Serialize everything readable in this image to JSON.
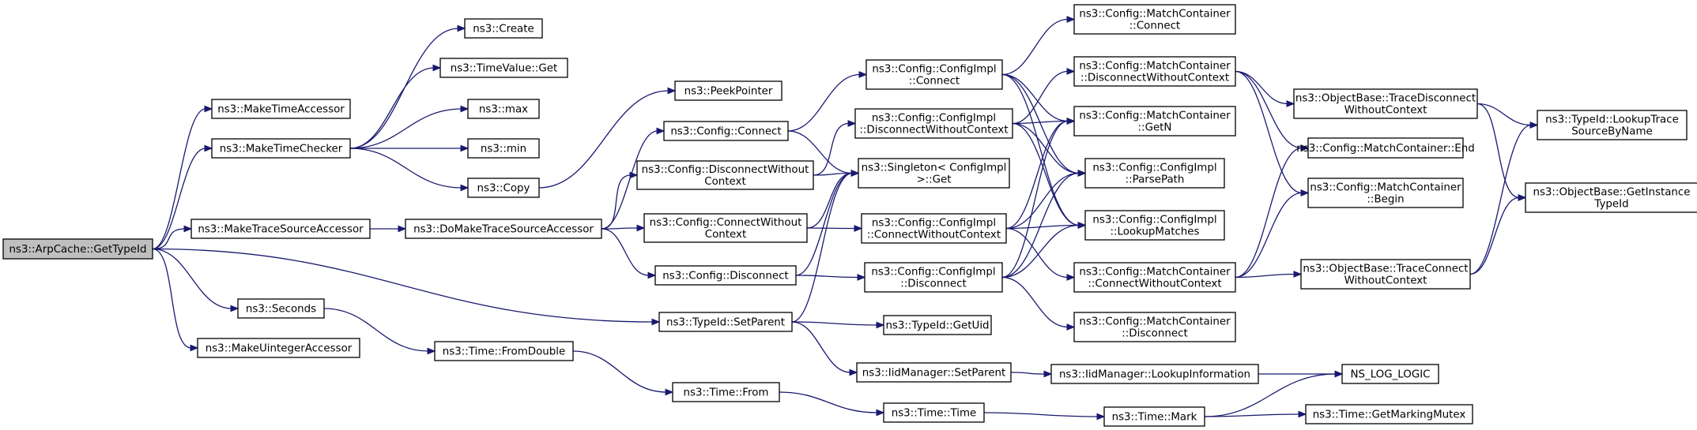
{
  "diagram": {
    "root": "ns3::ArpCache::GetTypeId",
    "node_labels": {
      "root": [
        "ns3::ArpCache::GetTypeId"
      ],
      "make_time_accessor": [
        "ns3::MakeTimeAccessor"
      ],
      "make_time_checker": [
        "ns3::MakeTimeChecker"
      ],
      "make_trace_source_accessor": [
        "ns3::MakeTraceSourceAccessor"
      ],
      "seconds": [
        "ns3::Seconds"
      ],
      "make_uinteger_accessor": [
        "ns3::MakeUintegerAccessor"
      ],
      "create": [
        "ns3::Create"
      ],
      "time_value_get": [
        "ns3::TimeValue::Get"
      ],
      "max": [
        "ns3::max"
      ],
      "min": [
        "ns3::min"
      ],
      "copy": [
        "ns3::Copy"
      ],
      "do_make_trace_source_accessor": [
        "ns3::DoMakeTraceSourceAccessor"
      ],
      "typeid_set_parent": [
        "ns3::TypeId::SetParent"
      ],
      "time_from_double": [
        "ns3::Time::FromDouble"
      ],
      "peek_pointer": [
        "ns3::PeekPointer"
      ],
      "config_connect": [
        "ns3::Config::Connect"
      ],
      "config_disconnect_without_context": [
        "ns3::Config::DisconnectWithout",
        "Context"
      ],
      "config_connect_without_context": [
        "ns3::Config::ConnectWithout",
        "Context"
      ],
      "config_disconnect": [
        "ns3::Config::Disconnect"
      ],
      "time_from": [
        "ns3::Time::From"
      ],
      "configimpl_connect": [
        "ns3::Config::ConfigImpl",
        "::Connect"
      ],
      "configimpl_disconnect_without_context": [
        "ns3::Config::ConfigImpl",
        "::DisconnectWithoutContext"
      ],
      "singleton_get": [
        "ns3::Singleton< ConfigImpl",
        ">::Get"
      ],
      "configimpl_connect_without_context": [
        "ns3::Config::ConfigImpl",
        "::ConnectWithoutContext"
      ],
      "configimpl_disconnect": [
        "ns3::Config::ConfigImpl",
        "::Disconnect"
      ],
      "typeid_get_uid": [
        "ns3::TypeId::GetUid"
      ],
      "iidmanager_set_parent": [
        "ns3::IidManager::SetParent"
      ],
      "time_time": [
        "ns3::Time::Time"
      ],
      "mc_connect": [
        "ns3::Config::MatchContainer",
        "::Connect"
      ],
      "mc_disconnect_without_context": [
        "ns3::Config::MatchContainer",
        "::DisconnectWithoutContext"
      ],
      "mc_get_n": [
        "ns3::Config::MatchContainer",
        "::GetN"
      ],
      "configimpl_parse_path": [
        "ns3::Config::ConfigImpl",
        "::ParsePath"
      ],
      "configimpl_lookup_matches": [
        "ns3::Config::ConfigImpl",
        "::LookupMatches"
      ],
      "mc_connect_without_context": [
        "ns3::Config::MatchContainer",
        "::ConnectWithoutContext"
      ],
      "mc_disconnect": [
        "ns3::Config::MatchContainer",
        "::Disconnect"
      ],
      "iidmanager_lookup_information": [
        "ns3::IidManager::LookupInformation"
      ],
      "time_mark": [
        "ns3::Time::Mark"
      ],
      "objectbase_trace_disconnect_without_context": [
        "ns3::ObjectBase::TraceDisconnect",
        "WithoutContext"
      ],
      "mc_end": [
        "ns3::Config::MatchContainer::End"
      ],
      "mc_begin": [
        "ns3::Config::MatchContainer",
        "::Begin"
      ],
      "objectbase_trace_connect_without_context": [
        "ns3::ObjectBase::TraceConnect",
        "WithoutContext"
      ],
      "ns_log_logic": [
        "NS_LOG_LOGIC"
      ],
      "time_get_marking_mutex": [
        "ns3::Time::GetMarkingMutex"
      ],
      "typeid_lookup_trace_source_by_name": [
        "ns3::TypeId::LookupTrace",
        "SourceByName"
      ],
      "objectbase_get_instance_typeid": [
        "ns3::ObjectBase::GetInstance",
        "TypeId"
      ]
    },
    "edges": [
      [
        "root",
        "make_time_accessor"
      ],
      [
        "root",
        "make_time_checker"
      ],
      [
        "root",
        "make_trace_source_accessor"
      ],
      [
        "root",
        "seconds"
      ],
      [
        "root",
        "make_uinteger_accessor"
      ],
      [
        "root",
        "typeid_set_parent"
      ],
      [
        "make_time_checker",
        "create"
      ],
      [
        "make_time_checker",
        "time_value_get"
      ],
      [
        "make_time_checker",
        "max"
      ],
      [
        "make_time_checker",
        "min"
      ],
      [
        "make_time_checker",
        "copy"
      ],
      [
        "copy",
        "peek_pointer"
      ],
      [
        "make_trace_source_accessor",
        "do_make_trace_source_accessor"
      ],
      [
        "do_make_trace_source_accessor",
        "config_connect"
      ],
      [
        "do_make_trace_source_accessor",
        "config_disconnect_without_context"
      ],
      [
        "do_make_trace_source_accessor",
        "config_connect_without_context"
      ],
      [
        "do_make_trace_source_accessor",
        "config_disconnect"
      ],
      [
        "seconds",
        "time_from_double"
      ],
      [
        "time_from_double",
        "time_from"
      ],
      [
        "time_from",
        "time_time"
      ],
      [
        "time_time",
        "time_mark"
      ],
      [
        "time_mark",
        "ns_log_logic"
      ],
      [
        "time_mark",
        "time_get_marking_mutex"
      ],
      [
        "config_connect",
        "configimpl_connect"
      ],
      [
        "config_connect",
        "singleton_get"
      ],
      [
        "config_disconnect_without_context",
        "configimpl_disconnect_without_context"
      ],
      [
        "config_disconnect_without_context",
        "singleton_get"
      ],
      [
        "config_connect_without_context",
        "configimpl_connect_without_context"
      ],
      [
        "config_connect_without_context",
        "singleton_get"
      ],
      [
        "config_disconnect",
        "configimpl_disconnect"
      ],
      [
        "config_disconnect",
        "singleton_get"
      ],
      [
        "typeid_set_parent",
        "singleton_get"
      ],
      [
        "typeid_set_parent",
        "typeid_get_uid"
      ],
      [
        "typeid_set_parent",
        "iidmanager_set_parent"
      ],
      [
        "iidmanager_set_parent",
        "iidmanager_lookup_information"
      ],
      [
        "iidmanager_lookup_information",
        "ns_log_logic"
      ],
      [
        "configimpl_connect",
        "mc_connect"
      ],
      [
        "configimpl_connect",
        "mc_get_n"
      ],
      [
        "configimpl_connect",
        "configimpl_parse_path"
      ],
      [
        "configimpl_connect",
        "configimpl_lookup_matches"
      ],
      [
        "configimpl_disconnect_without_context",
        "mc_disconnect_without_context"
      ],
      [
        "configimpl_disconnect_without_context",
        "mc_get_n"
      ],
      [
        "configimpl_disconnect_without_context",
        "configimpl_parse_path"
      ],
      [
        "configimpl_disconnect_without_context",
        "configimpl_lookup_matches"
      ],
      [
        "configimpl_connect_without_context",
        "mc_connect_without_context"
      ],
      [
        "configimpl_connect_without_context",
        "mc_get_n"
      ],
      [
        "configimpl_connect_without_context",
        "configimpl_parse_path"
      ],
      [
        "configimpl_connect_without_context",
        "configimpl_lookup_matches"
      ],
      [
        "configimpl_disconnect",
        "mc_disconnect"
      ],
      [
        "configimpl_disconnect",
        "mc_get_n"
      ],
      [
        "configimpl_disconnect",
        "configimpl_parse_path"
      ],
      [
        "configimpl_disconnect",
        "configimpl_lookup_matches"
      ],
      [
        "mc_disconnect_without_context",
        "objectbase_trace_disconnect_without_context"
      ],
      [
        "mc_disconnect_without_context",
        "mc_end"
      ],
      [
        "mc_disconnect_without_context",
        "mc_begin"
      ],
      [
        "mc_connect_without_context",
        "objectbase_trace_connect_without_context"
      ],
      [
        "mc_connect_without_context",
        "mc_end"
      ],
      [
        "mc_connect_without_context",
        "mc_begin"
      ],
      [
        "objectbase_trace_disconnect_without_context",
        "typeid_lookup_trace_source_by_name"
      ],
      [
        "objectbase_trace_disconnect_without_context",
        "objectbase_get_instance_typeid"
      ],
      [
        "objectbase_trace_connect_without_context",
        "typeid_lookup_trace_source_by_name"
      ],
      [
        "objectbase_trace_connect_without_context",
        "objectbase_get_instance_typeid"
      ]
    ]
  },
  "colors": {
    "edge": "#191970",
    "node_border": "#000000",
    "node_fill": "#ffffff",
    "root_fill": "#bfbfbf"
  }
}
